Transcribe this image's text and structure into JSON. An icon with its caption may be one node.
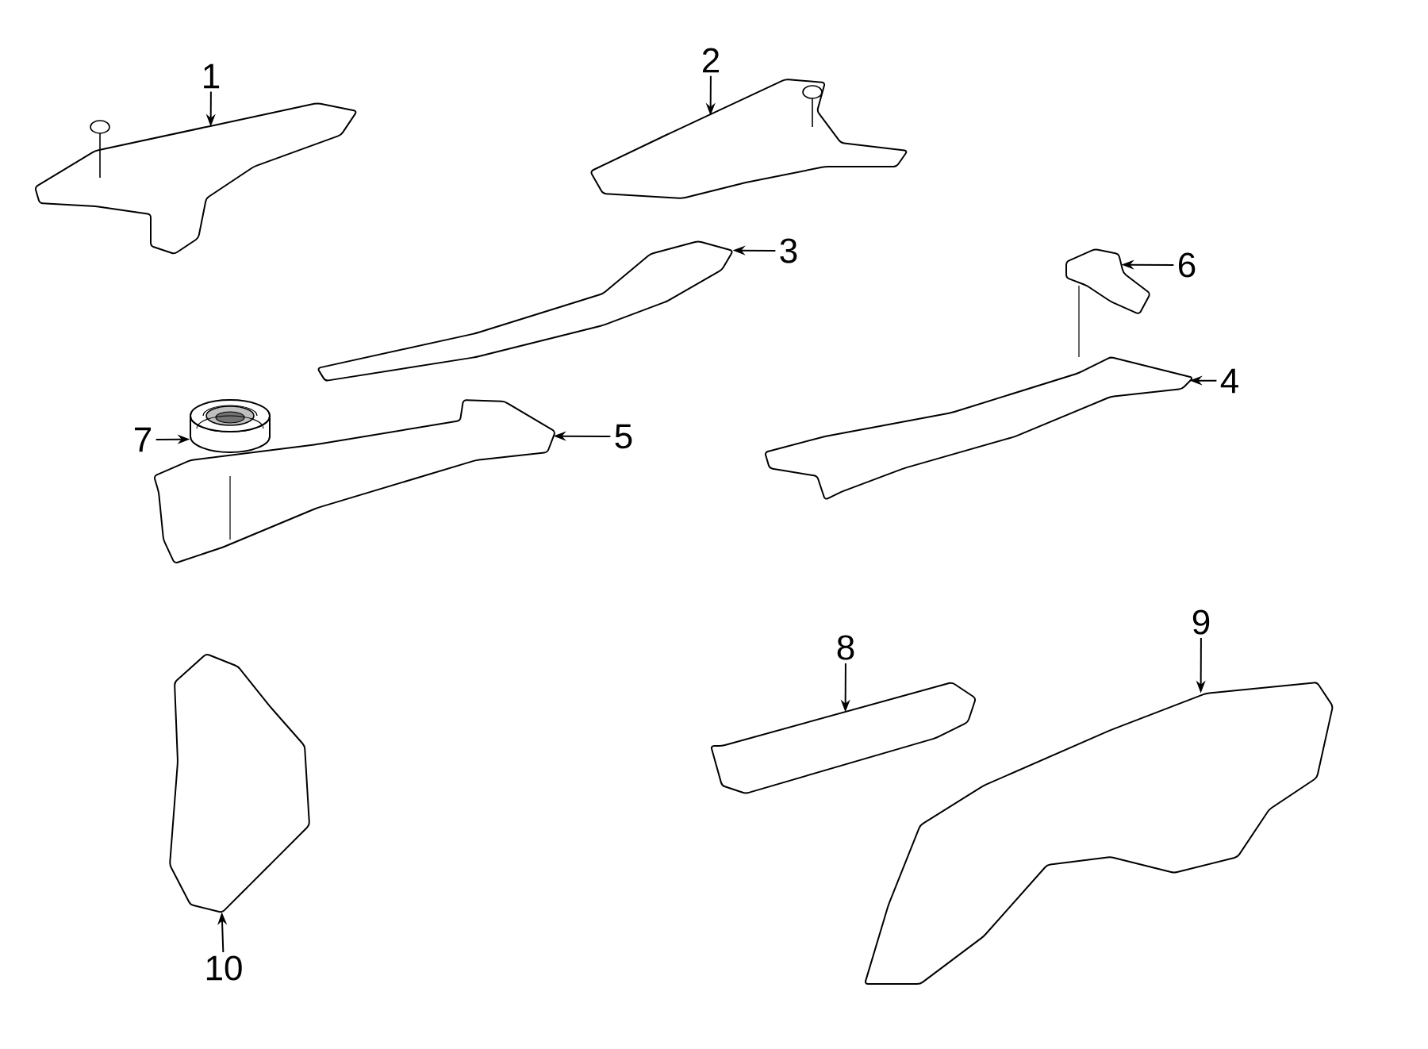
{
  "diagram": {
    "nodes": [
      {
        "text": [
          "1"
        ]
      },
      {
        "text": [
          "2"
        ]
      },
      {
        "text": [
          "3"
        ]
      },
      {
        "text": [
          "6"
        ]
      },
      {
        "text": [
          "4"
        ]
      },
      {
        "text": [
          "7"
        ]
      },
      {
        "text": [
          "5"
        ]
      },
      {
        "text": [
          "8"
        ]
      },
      {
        "text": [
          "9"
        ]
      },
      {
        "text": [
          "10"
        ]
      },
      {
        "text": [],
        "shape": "picture"
      },
      {
        "text": [],
        "shape": "picture"
      },
      {
        "text": [],
        "shape": "picture"
      },
      {
        "text": [],
        "shape": "picture"
      },
      {
        "text": [],
        "shape": "picture"
      },
      {
        "text": [],
        "shape": "picture"
      },
      {
        "text": [],
        "shape": "cylinder"
      },
      {
        "text": [],
        "shape": "picture"
      },
      {
        "text": [],
        "shape": "picture"
      },
      {
        "text": [],
        "shape": "picture"
      }
    ],
    "edges": [
      {
        "from": 0,
        "to": 10,
        "arrow": "to"
      },
      {
        "from": 1,
        "to": 11,
        "arrow": "to"
      },
      {
        "from": 2,
        "to": 12,
        "arrow": "to"
      },
      {
        "from": 3,
        "to": 13,
        "arrow": "to"
      },
      {
        "from": 4,
        "to": 14,
        "arrow": "to"
      },
      {
        "from": 5,
        "to": 16,
        "arrow": "to"
      },
      {
        "from": 6,
        "to": 15,
        "arrow": "to"
      },
      {
        "from": 7,
        "to": 17,
        "arrow": "to"
      },
      {
        "from": 8,
        "to": 18,
        "arrow": "to"
      },
      {
        "from": 9,
        "to": 19,
        "arrow": "to"
      }
    ]
  }
}
